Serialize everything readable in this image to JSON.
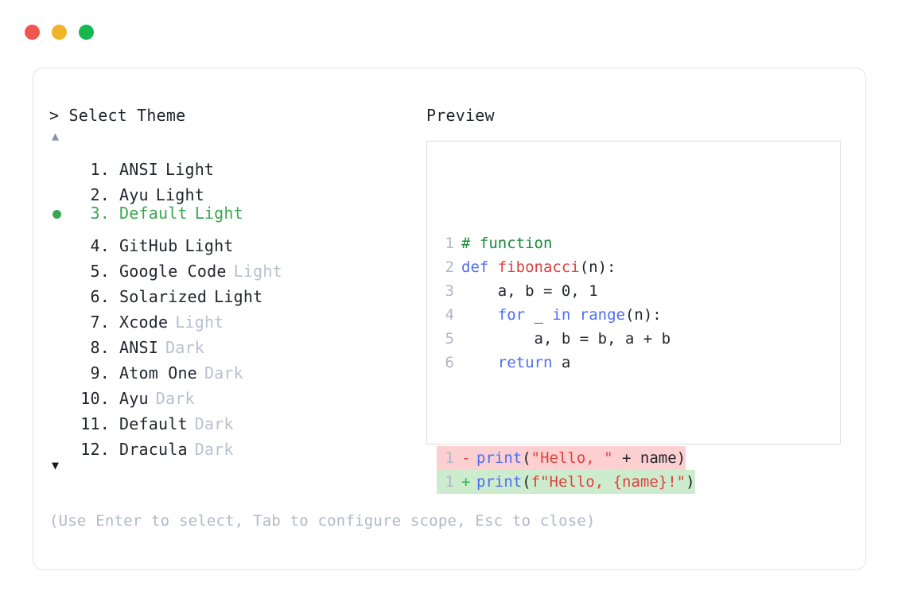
{
  "window": {
    "controls": [
      {
        "name": "close",
        "color": "#f1554f"
      },
      {
        "name": "minimize",
        "color": "#f0b429"
      },
      {
        "name": "maximize",
        "color": "#16b84e"
      }
    ]
  },
  "picker": {
    "prompt": "> Select Theme",
    "scroll_up": "▲",
    "scroll_down": "▼",
    "selected_index": 3,
    "items": [
      {
        "index": "1.",
        "name": "ANSI",
        "variant": "Light",
        "variant_dim": false,
        "selected": false
      },
      {
        "index": "2.",
        "name": "Ayu",
        "variant": "Light",
        "variant_dim": false,
        "selected": false
      },
      {
        "index": "3.",
        "name": "Default",
        "variant": "Light",
        "variant_dim": false,
        "selected": true
      },
      {
        "index": "4.",
        "name": "GitHub",
        "variant": "Light",
        "variant_dim": false,
        "selected": false
      },
      {
        "index": "5.",
        "name": "Google Code",
        "variant": "Light",
        "variant_dim": true,
        "selected": false
      },
      {
        "index": "6.",
        "name": "Solarized",
        "variant": "Light",
        "variant_dim": false,
        "selected": false
      },
      {
        "index": "7.",
        "name": "Xcode",
        "variant": "Light",
        "variant_dim": true,
        "selected": false
      },
      {
        "index": "8.",
        "name": "ANSI",
        "variant": "Dark",
        "variant_dim": true,
        "selected": false
      },
      {
        "index": "9.",
        "name": "Atom One",
        "variant": "Dark",
        "variant_dim": true,
        "selected": false
      },
      {
        "index": "10.",
        "name": "Ayu",
        "variant": "Dark",
        "variant_dim": true,
        "selected": false
      },
      {
        "index": "11.",
        "name": "Default",
        "variant": "Dark",
        "variant_dim": true,
        "selected": false
      },
      {
        "index": "12.",
        "name": "Dracula",
        "variant": "Dark",
        "variant_dim": true,
        "selected": false
      }
    ]
  },
  "preview": {
    "title": "Preview",
    "code_lines": [
      {
        "ln": "1",
        "tokens": [
          {
            "t": "# function",
            "c": "comment"
          }
        ]
      },
      {
        "ln": "2",
        "tokens": [
          {
            "t": "def ",
            "c": "kw"
          },
          {
            "t": "fibonacci",
            "c": "fn"
          },
          {
            "t": "(n):",
            "c": "plain"
          }
        ]
      },
      {
        "ln": "3",
        "tokens": [
          {
            "t": "    a, b = ",
            "c": "plain"
          },
          {
            "t": "0",
            "c": "num"
          },
          {
            "t": ", ",
            "c": "plain"
          },
          {
            "t": "1",
            "c": "num"
          }
        ]
      },
      {
        "ln": "4",
        "tokens": [
          {
            "t": "    ",
            "c": "plain"
          },
          {
            "t": "for",
            "c": "kw"
          },
          {
            "t": " _ ",
            "c": "plain"
          },
          {
            "t": "in",
            "c": "kw"
          },
          {
            "t": " ",
            "c": "plain"
          },
          {
            "t": "range",
            "c": "kw"
          },
          {
            "t": "(n):",
            "c": "plain"
          }
        ]
      },
      {
        "ln": "5",
        "tokens": [
          {
            "t": "        a, b = b, a + b",
            "c": "plain"
          }
        ]
      },
      {
        "ln": "6",
        "tokens": [
          {
            "t": "    ",
            "c": "plain"
          },
          {
            "t": "return",
            "c": "kw"
          },
          {
            "t": " a",
            "c": "plain"
          }
        ]
      }
    ],
    "diff_lines": [
      {
        "ln": "1",
        "sign": "-",
        "kind": "del",
        "tokens": [
          {
            "t": "print",
            "c": "kw"
          },
          {
            "t": "(",
            "c": "plain"
          },
          {
            "t": "\"Hello, \"",
            "c": "str"
          },
          {
            "t": " + name)",
            "c": "plain"
          }
        ]
      },
      {
        "ln": "1",
        "sign": "+",
        "kind": "add",
        "tokens": [
          {
            "t": "print",
            "c": "kw"
          },
          {
            "t": "(",
            "c": "plain"
          },
          {
            "t": "f\"Hello, {name}!\"",
            "c": "str"
          },
          {
            "t": ")",
            "c": "plain"
          }
        ]
      }
    ]
  },
  "hint": "(Use Enter to select, Tab to configure scope, Esc to close)"
}
